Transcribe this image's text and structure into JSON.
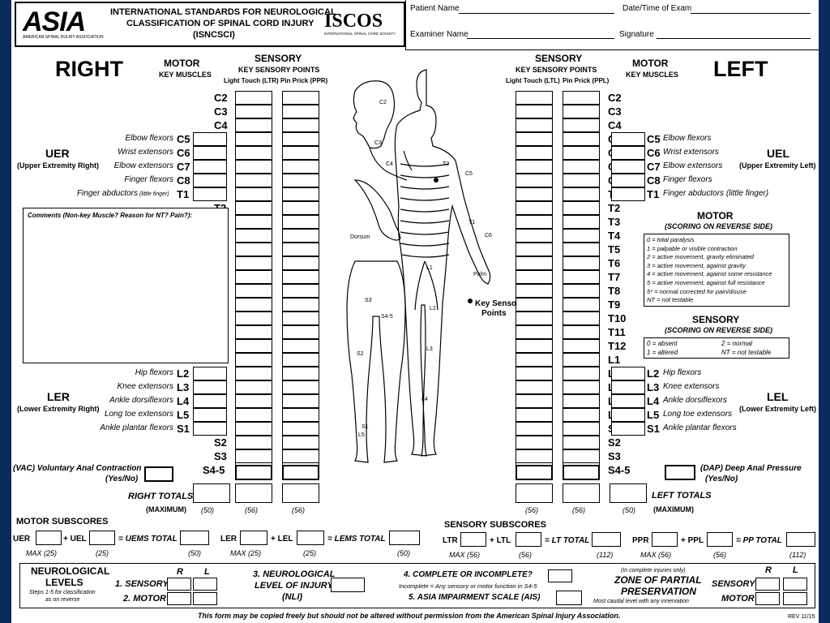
{
  "header": {
    "logo_left": "ASIA",
    "logo_left_sub": "AMERICAN SPINAL INJURY ASSOCIATION",
    "title_l1": "INTERNATIONAL STANDARDS FOR NEUROLOGICAL",
    "title_l2": "CLASSIFICATION OF SPINAL CORD INJURY",
    "title_l3": "(ISNCSCI)",
    "logo_right": "ISCOS",
    "logo_right_sub": "INTERNATIONAL SPINAL CORD SOCIETY",
    "patient_name": "Patient Name",
    "date_time": "Date/Time of Exam",
    "examiner_name": "Examiner Name",
    "signature": "Signature"
  },
  "right_side": {
    "side_label": "RIGHT",
    "motor": "MOTOR",
    "key_muscles": "KEY MUSCLES",
    "sensory": "SENSORY",
    "key_sensory_points": "KEY SENSORY POINTS",
    "light_touch": "Light Touch (LTR)",
    "pin_prick": "Pin Prick (PPR)",
    "ue": "UER",
    "ue_sub": "(Upper Extremity Right)",
    "le": "LER",
    "le_sub": "(Lower Extremity Right)",
    "comments": "Comments (Non-key Muscle? Reason for NT? Pain?):",
    "vac": "(VAC) Voluntary Anal Contraction",
    "vac_yn": "(Yes/No)",
    "totals": "RIGHT TOTALS",
    "maximum": "(MAXIMUM)",
    "max_motor": "(50)",
    "max_lt": "(56)",
    "max_pp": "(56)"
  },
  "left_side": {
    "side_label": "LEFT",
    "motor": "MOTOR",
    "key_muscles": "KEY MUSCLES",
    "sensory": "SENSORY",
    "key_sensory_points": "KEY SENSORY POINTS",
    "light_touch": "Light Touch (LTL)",
    "pin_prick": "Pin Prick (PPL)",
    "ue": "UEL",
    "ue_sub": "(Upper Extremity Left)",
    "le": "LEL",
    "le_sub": "(Lower Extremity Left)",
    "dap": "(DAP) Deep Anal Pressure",
    "dap_yn": "(Yes/No)",
    "totals": "LEFT TOTALS",
    "maximum": "(MAXIMUM)",
    "max_lt": "(56)",
    "max_pp": "(56)",
    "max_motor": "(50)"
  },
  "levels": [
    "C2",
    "C3",
    "C4",
    "C5",
    "C6",
    "C7",
    "C8",
    "T1",
    "T2",
    "T3",
    "T4",
    "T5",
    "T6",
    "T7",
    "T8",
    "T9",
    "T10",
    "T11",
    "T12",
    "L1",
    "L2",
    "L3",
    "L4",
    "L5",
    "S1",
    "S2",
    "S3",
    "S4-5"
  ],
  "muscles": {
    "C5": "Elbow flexors",
    "C6": "Wrist extensors",
    "C7": "Elbow extensors",
    "C8": "Finger flexors",
    "T1": "Finger abductors",
    "T1_note": "(little finger)",
    "L2": "Hip flexors",
    "L3": "Knee extensors",
    "L4": "Ankle dorsiflexors",
    "L5": "Long toe extensors",
    "S1": "Ankle plantar flexors"
  },
  "body_labels": {
    "c2": "C2",
    "c3": "C3",
    "c4": "C4",
    "dorsum": "Dorsum",
    "palm": "Palm",
    "t2": "T2",
    "c5": "C5",
    "t1": "T1",
    "c6": "C6",
    "l1": "L1",
    "l2": "L2",
    "l3": "L3",
    "l4": "L4",
    "l5": "L5",
    "s1": "S1",
    "s2": "S2",
    "s3": "S3",
    "s45": "S4-5",
    "key_points_l1": "Key Sensory",
    "key_points_l2": "Points"
  },
  "motor_scoring": {
    "title": "MOTOR",
    "subtitle": "(SCORING ON REVERSE SIDE)",
    "lines": [
      "0 = total paralysis",
      "1 = palpable or visible contraction",
      "2 = active movement, gravity eliminated",
      "3 = active movement, against gravity",
      "4 = active movement, against some resistance",
      "5 = active movement, against full resistance",
      "5* = normal corrected for pain/disuse",
      "NT = not testable"
    ]
  },
  "sensory_scoring": {
    "title": "SENSORY",
    "subtitle": "(SCORING ON REVERSE SIDE)",
    "a": "0 = absent",
    "b": "2 = normal",
    "c": "1 = altered",
    "d": "NT = not testable"
  },
  "motor_subscores": {
    "title": "MOTOR SUBSCORES",
    "uer": "UER",
    "plus_uel": "+ UEL",
    "uems": "= UEMS TOTAL",
    "ler": "LER",
    "plus_lel": "+ LEL",
    "lems": "= LEMS TOTAL",
    "max1": "MAX (25)",
    "m1b": "(25)",
    "m1c": "(50)",
    "max2": "MAX (25)",
    "m2b": "(25)",
    "m2c": "(50)"
  },
  "sensory_subscores": {
    "title": "SENSORY SUBSCORES",
    "ltr": "LTR",
    "plus_ltl": "+ LTL",
    "lt_total": "= LT TOTAL",
    "ppr": "PPR",
    "plus_ppl": "+ PPL",
    "pp_total": "= PP TOTAL",
    "max1": "MAX (56)",
    "m1b": "(56)",
    "m1c": "(112)",
    "max2": "MAX (56)",
    "m2b": "(56)",
    "m2c": "(112)"
  },
  "footer_box": {
    "nl_l1": "NEUROLOGICAL",
    "nl_l2": "LEVELS",
    "nl_l3": "Steps 1-5 for classification",
    "nl_l4": "as on reverse",
    "r": "R",
    "l": "L",
    "sensory": "1. SENSORY",
    "motor": "2. MOTOR",
    "nli_l1": "3. NEUROLOGICAL",
    "nli_l2": "LEVEL OF INJURY",
    "nli_l3": "(NLI)",
    "complete": "4. COMPLETE OR INCOMPLETE?",
    "incomplete_note": "Incomplete = Any sensory or motor function in S4-5",
    "ais": "5. ASIA IMPAIRMENT SCALE (AIS)",
    "zpp_note": "(In complete injuries only)",
    "zpp_l1": "ZONE OF PARTIAL",
    "zpp_l2": "PRESERVATION",
    "zpp_l3": "Most caudal level with any innervation",
    "zr": "R",
    "zl": "L",
    "zsensory": "SENSORY",
    "zmotor": "MOTOR"
  },
  "footer_note": "This form may be copied freely but should not be altered without permission from the American Spinal Injury Association.",
  "rev": "REV 11/15"
}
